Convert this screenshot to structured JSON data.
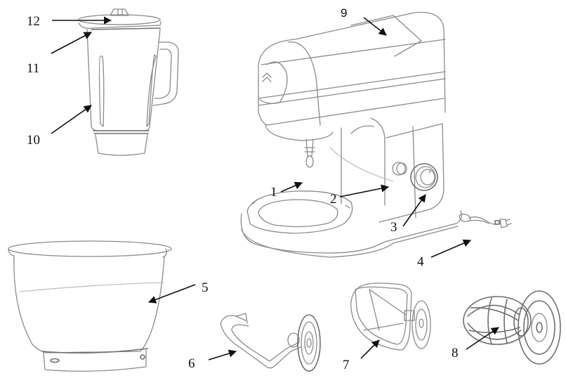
{
  "diagram": {
    "type": "exploded parts diagram",
    "subject": "stand mixer with blender jug and attachments",
    "colors": {
      "line": "#8a8a8a",
      "arrow": "#111111",
      "background": "#ffffff"
    }
  },
  "callouts": [
    {
      "number": "1",
      "part_ref": "mixer-bowl-seat"
    },
    {
      "number": "2",
      "part_ref": "tilt-release-button"
    },
    {
      "number": "3",
      "part_ref": "speed-control-knob"
    },
    {
      "number": "4",
      "part_ref": "power-cord"
    },
    {
      "number": "5",
      "part_ref": "mixing-bowl"
    },
    {
      "number": "6",
      "part_ref": "dough-hook"
    },
    {
      "number": "7",
      "part_ref": "flat-beater"
    },
    {
      "number": "8",
      "part_ref": "wire-whisk"
    },
    {
      "number": "9",
      "part_ref": "motor-head-cover"
    },
    {
      "number": "10",
      "part_ref": "blender-jug"
    },
    {
      "number": "11",
      "part_ref": "blender-lid"
    },
    {
      "number": "12",
      "part_ref": "lid-measuring-cap"
    }
  ]
}
